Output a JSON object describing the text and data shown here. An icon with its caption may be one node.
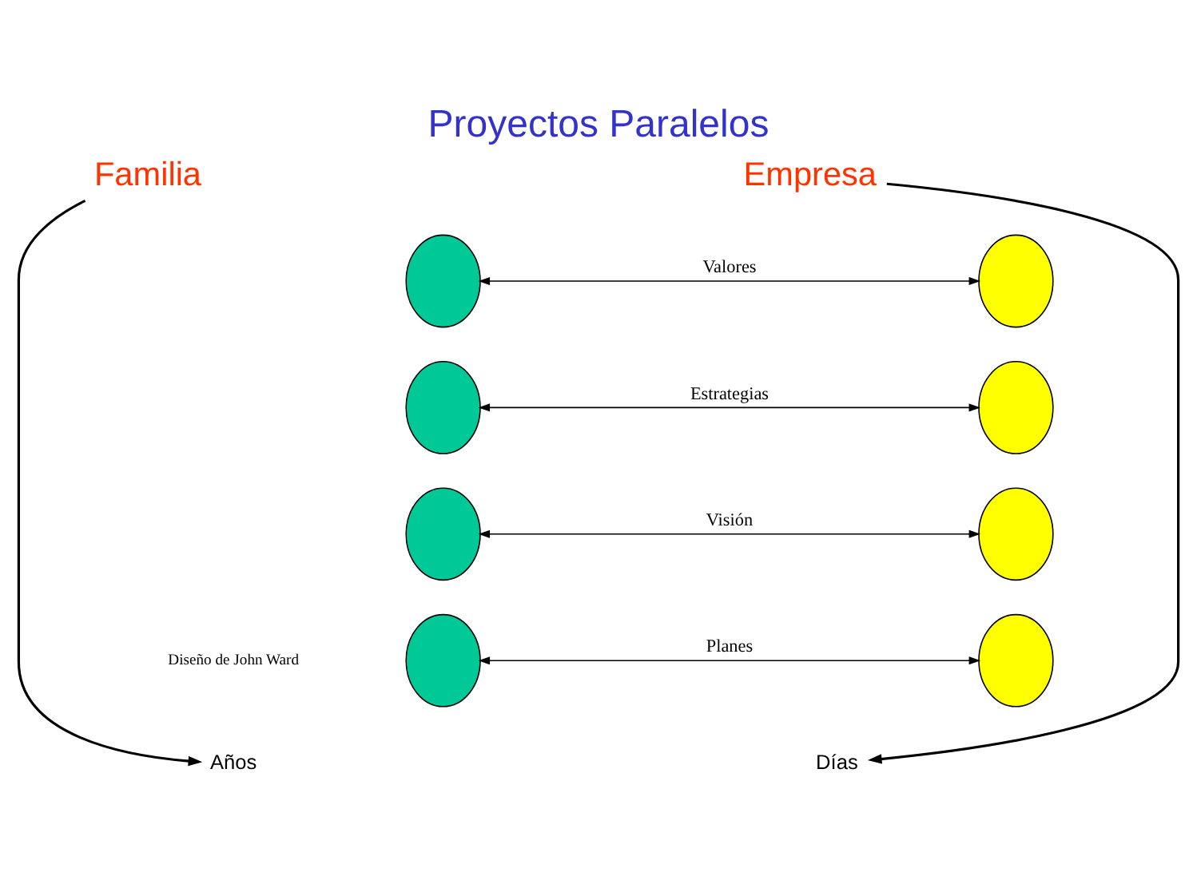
{
  "diagram": {
    "title": "Proyectos Paralelos",
    "nodes": [
      {
        "text": [
          "Familia"
        ]
      },
      {
        "text": [
          "Años"
        ]
      },
      {
        "text": [
          "Empresa"
        ]
      },
      {
        "text": [
          "Días"
        ]
      },
      {
        "text": [],
        "shape": "circle"
      },
      {
        "text": [],
        "shape": "circle"
      },
      {
        "text": [],
        "shape": "circle"
      },
      {
        "text": [],
        "shape": "circle"
      },
      {
        "text": [],
        "shape": "circle"
      },
      {
        "text": [],
        "shape": "circle"
      },
      {
        "text": [],
        "shape": "circle"
      },
      {
        "text": [],
        "shape": "circle"
      }
    ],
    "edges": [
      {
        "from": 0,
        "to": 1,
        "arrow": "to"
      },
      {
        "from": 2,
        "to": 3,
        "arrow": "to"
      },
      {
        "from": 4,
        "to": 8,
        "arrow": "both",
        "label": "Valores"
      },
      {
        "from": 5,
        "to": 9,
        "arrow": "both",
        "label": "Estrategias"
      },
      {
        "from": 6,
        "to": 10,
        "arrow": "both",
        "label": "Visión"
      },
      {
        "from": 7,
        "to": 11,
        "arrow": "both",
        "label": "Planes"
      }
    ],
    "labels": [
      "Diseño de John Ward"
    ]
  }
}
